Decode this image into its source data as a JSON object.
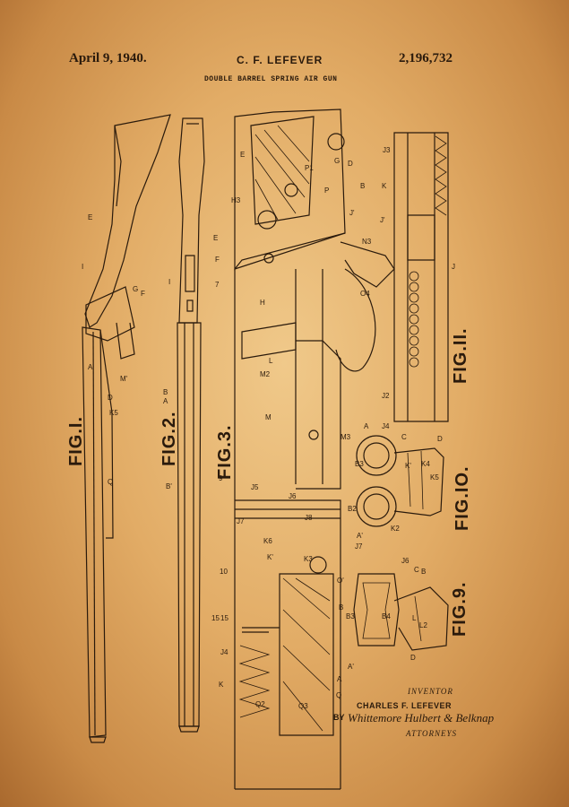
{
  "header": {
    "date": "April 9, 1940.",
    "inventor_short": "C. F. LEFEVER",
    "patent_number": "2,196,732",
    "title": "DOUBLE BARREL SPRING AIR GUN"
  },
  "figures": {
    "fig1": "FIG.I.",
    "fig2": "FIG.2.",
    "fig3": "FIG.3.",
    "fig9": "FIG.9.",
    "fig10": "FIG.IO.",
    "fig11": "FIG.II."
  },
  "signature": {
    "inventor_label": "INVENTOR",
    "inventor_name": "CHARLES F. LEFEVER",
    "by": "BY",
    "attorneys_signature": "Whittemore Hulbert & Belknap",
    "attorneys_label": "ATTORNEYS"
  },
  "colors": {
    "paper": "#e2ac66",
    "ink": "#2a1a0c"
  }
}
